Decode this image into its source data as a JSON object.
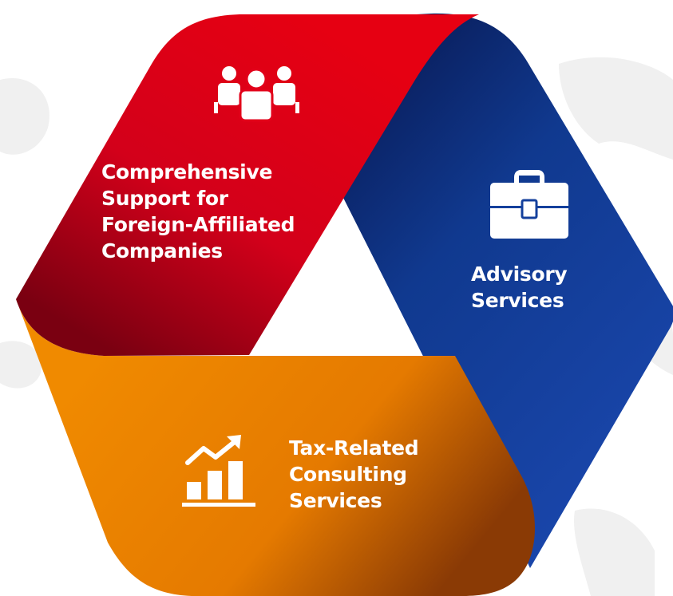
{
  "segments": {
    "foreign_support": {
      "lines": [
        "Comprehensive",
        "Support for",
        "Foreign-Affiliated",
        "Companies"
      ],
      "color": "#e2001a",
      "icon": "people-group-icon"
    },
    "advisory": {
      "lines": [
        "Advisory",
        "Services"
      ],
      "color": "#0d3b9a",
      "icon": "briefcase-icon"
    },
    "tax": {
      "lines": [
        "Tax-Related",
        "Consulting",
        "Services"
      ],
      "color": "#ef8200",
      "icon": "growth-chart-icon"
    }
  }
}
